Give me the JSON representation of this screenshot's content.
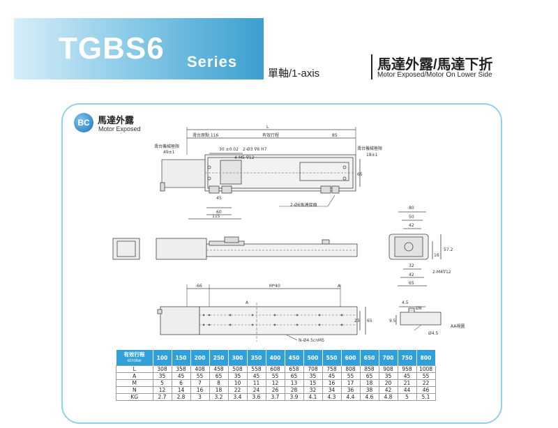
{
  "banner": {
    "title": "TGBS6",
    "series": "Series",
    "axis": "單軸/1-axis"
  },
  "header_right": {
    "title": "馬達外露/馬達下折",
    "subtitle": "Motor Exposed/Motor On Lower Side"
  },
  "section": {
    "badge": "BC",
    "title": "馬達外露",
    "subtitle": "Motor Exposed"
  },
  "drawing_labels": {
    "L": "L",
    "slider_origin": "滑台原點 116",
    "effective_stroke": "有效行程",
    "d85": "85",
    "slider_limit": "滑台機械極限",
    "limit_val_left": "49±1",
    "limit_val_right": "18±1",
    "d30": "30 ±0.02",
    "pin_hole": "2-Ø3 ∇6 H7",
    "m5_holes": "4-M5 ∇12",
    "d65": "65",
    "d45": "45",
    "d60": "60",
    "d115": "115",
    "round_holes": "2-Ø6馬達接頭",
    "end_80": "80",
    "end_50": "50",
    "end_42": "42",
    "end_57": "57.2",
    "end_16": "16",
    "end_32": "32",
    "end_42b": "42",
    "end_65": "65",
    "end_m4": "2-M4∇12",
    "b66": "66",
    "bM40": "M*40",
    "bA1": "A",
    "bA2": "A",
    "b23": "23",
    "b65": "65",
    "bN": "N-Ø4.5cnM5",
    "d4_5": "4.5",
    "d8": "Ø8",
    "d9_5": "9.5",
    "d4_5b": "Ø4.5",
    "aa_view": "AA視圖"
  },
  "table": {
    "header_label": "有效行程",
    "header_sub": "stroke",
    "columns": [
      "100",
      "150",
      "200",
      "250",
      "300",
      "350",
      "400",
      "450",
      "500",
      "550",
      "600",
      "650",
      "700",
      "750",
      "800"
    ],
    "rows": [
      {
        "label": "L",
        "values": [
          "308",
          "358",
          "408",
          "458",
          "508",
          "558",
          "608",
          "658",
          "708",
          "758",
          "808",
          "858",
          "908",
          "958",
          "1008"
        ]
      },
      {
        "label": "A",
        "values": [
          "35",
          "45",
          "55",
          "65",
          "35",
          "45",
          "55",
          "65",
          "35",
          "45",
          "55",
          "65",
          "35",
          "45",
          "55"
        ]
      },
      {
        "label": "M",
        "values": [
          "5",
          "6",
          "7",
          "8",
          "10",
          "11",
          "12",
          "13",
          "15",
          "16",
          "17",
          "18",
          "20",
          "21",
          "22"
        ]
      },
      {
        "label": "N",
        "values": [
          "12",
          "14",
          "16",
          "18",
          "22",
          "24",
          "26",
          "28",
          "32",
          "34",
          "36",
          "38",
          "42",
          "44",
          "46"
        ]
      },
      {
        "label": "KG",
        "values": [
          "2.7",
          "2.8",
          "3",
          "3.2",
          "3.4",
          "3.6",
          "3.7",
          "3.9",
          "4.1",
          "4.3",
          "4.4",
          "4.6",
          "4.8",
          "5",
          "5.1"
        ]
      }
    ]
  }
}
